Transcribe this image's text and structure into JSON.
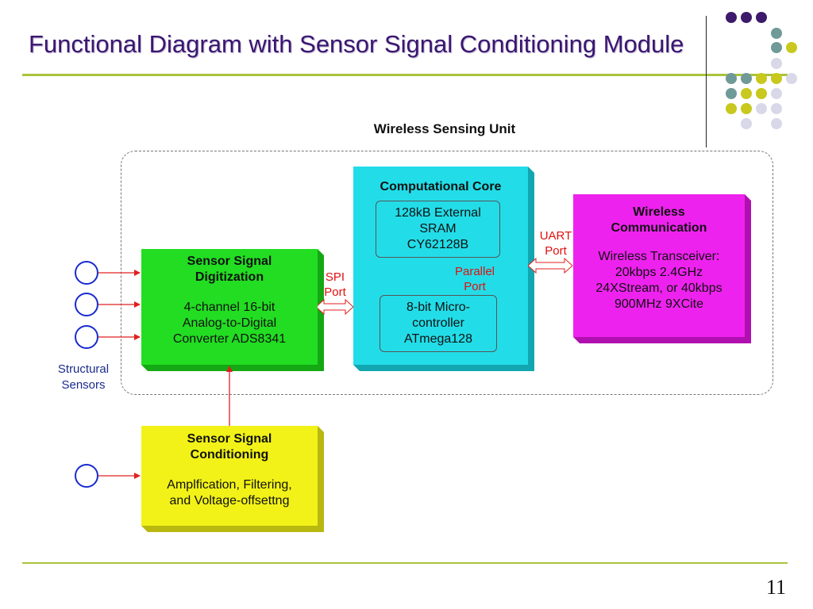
{
  "slide": {
    "title": "Functional Diagram with Sensor Signal Conditioning Module",
    "page_number": "11"
  },
  "diagram": {
    "unit_title": "Wireless Sensing Unit",
    "digitization": {
      "title_1": "Sensor Signal",
      "title_2": "Digitization",
      "line_1": "4-channel 16-bit",
      "line_2": "Analog-to-Digital",
      "line_3": "Converter ADS8341"
    },
    "core": {
      "title": "Computational Core",
      "sram_1": "128kB External",
      "sram_2": "SRAM",
      "sram_3": "CY62128B",
      "mcu_1": "8-bit Micro-",
      "mcu_2": "controller",
      "mcu_3": "ATmega128"
    },
    "wireless": {
      "title_1": "Wireless",
      "title_2": "Communication",
      "line_1": "Wireless Transceiver:",
      "line_2": "20kbps 2.4GHz",
      "line_3": "24XStream, or 40kbps",
      "line_4": "900MHz 9XCite"
    },
    "conditioning": {
      "title_1": "Sensor Signal",
      "title_2": "Conditioning",
      "line_1": "Amplfication, Filtering,",
      "line_2": "and Voltage-offsettng"
    },
    "ports": {
      "spi_1": "SPI",
      "spi_2": "Port",
      "parallel_1": "Parallel",
      "parallel_2": "Port",
      "uart_1": "UART",
      "uart_2": "Port"
    },
    "sensors_1": "Structural",
    "sensors_2": "Sensors"
  },
  "colors": {
    "title": "#3a1670",
    "accent_rule": "#a9c43a",
    "digitization": "#22dd22",
    "core": "#22dde8",
    "wireless": "#ee22ee",
    "conditioning": "#f2f218",
    "port_label": "#e01010",
    "sensor": "#1a2bd0"
  }
}
